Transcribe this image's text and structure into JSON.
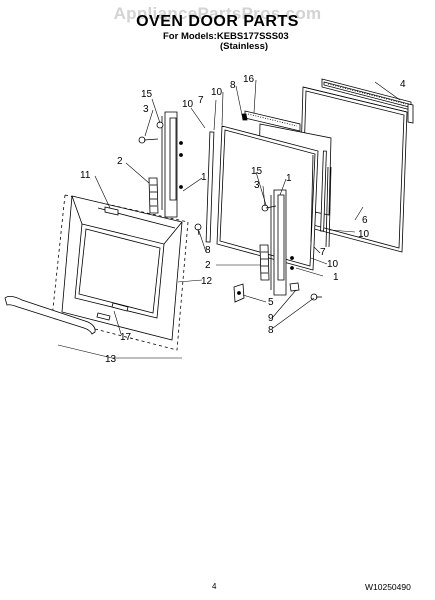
{
  "header": {
    "watermark": "AppliancePartsPros.com",
    "title": "OVEN DOOR PARTS",
    "models_line": "For Models:KEBS177SSS03",
    "variant": "(Stainless)"
  },
  "footer": {
    "page_number": "4",
    "document_number": "W10250490"
  },
  "callouts": {
    "c15a": "15",
    "c3a": "3",
    "c10a": "10",
    "c7a": "7",
    "c8a": "8",
    "c16": "16",
    "c4": "4",
    "c10b": "10",
    "c1a": "1",
    "c2a": "2",
    "c11": "11",
    "c15b": "15",
    "c3b": "3",
    "c1b": "1",
    "c6": "6",
    "c10c": "10",
    "c8b": "8",
    "c7b": "7",
    "c10d": "10",
    "c2b": "2",
    "c1c": "1",
    "c12": "12",
    "c5": "5",
    "c9": "9",
    "c8c": "8",
    "c17": "17",
    "c13": "13"
  },
  "colors": {
    "ink": "#000000",
    "watermark": "#d3d3d3",
    "background": "#ffffff"
  }
}
